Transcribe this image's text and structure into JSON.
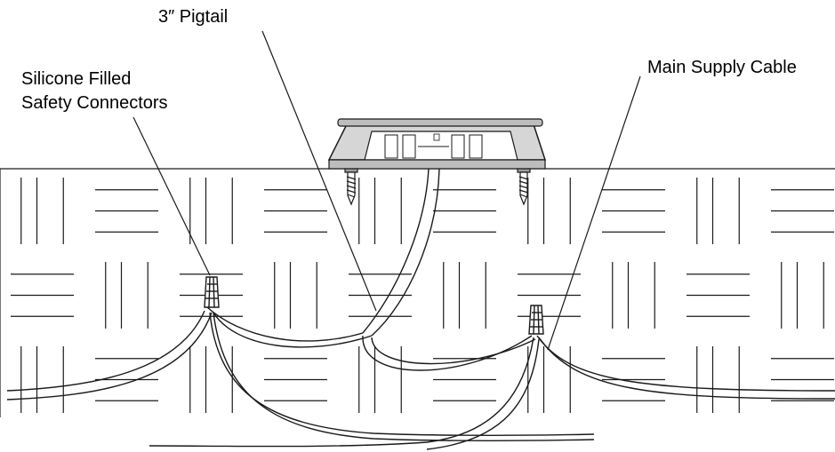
{
  "labels": {
    "pigtail": "3″ Pigtail",
    "connectors_line1": "Silicone Filled",
    "connectors_line2": "Safety Connectors",
    "main_supply": "Main Supply Cable"
  },
  "colors": {
    "line": "#1a1a1a",
    "fixture_top": "#bdbdbd",
    "fixture_body": "#d6d6d6",
    "background": "#ffffff"
  },
  "icons": [
    "light-fixture-icon",
    "wood-screw-icon",
    "wire-nut-icon"
  ]
}
